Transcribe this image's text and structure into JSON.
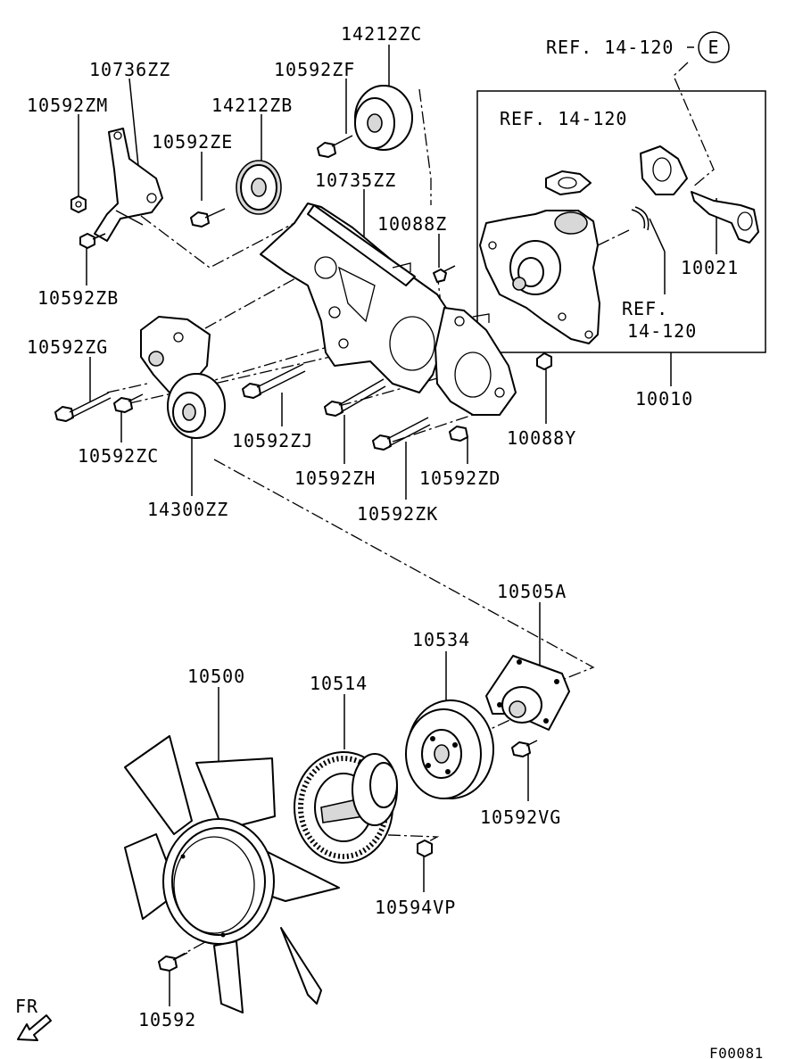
{
  "diagram": {
    "id_code": "F00081",
    "direction": "FR",
    "circle_ref": "E",
    "labels": {
      "p14212zc": "14212ZC",
      "ref_top": "REF. 14-120",
      "p10736zz": "10736ZZ",
      "p10592zf": "10592ZF",
      "p10592zm": "10592ZM",
      "p14212zb": "14212ZB",
      "ref_box1": "REF. 14-120",
      "p10592ze": "10592ZE",
      "p10735zz": "10735ZZ",
      "p10088z": "10088Z",
      "p10021": "10021",
      "p10592zb": "10592ZB",
      "ref_box2a": "REF.",
      "ref_box2b": "14-120",
      "p10592zg": "10592ZG",
      "p10010": "10010",
      "p10088y": "10088Y",
      "p10592zj": "10592ZJ",
      "p10592zc": "10592ZC",
      "p10592zh": "10592ZH",
      "p10592zd": "10592ZD",
      "p14300zz": "14300ZZ",
      "p10592zk": "10592ZK",
      "p10505a": "10505A",
      "p10534": "10534",
      "p10500": "10500",
      "p10514": "10514",
      "p10592vg": "10592VG",
      "p10594vp": "10594VP",
      "p10592": "10592"
    }
  }
}
